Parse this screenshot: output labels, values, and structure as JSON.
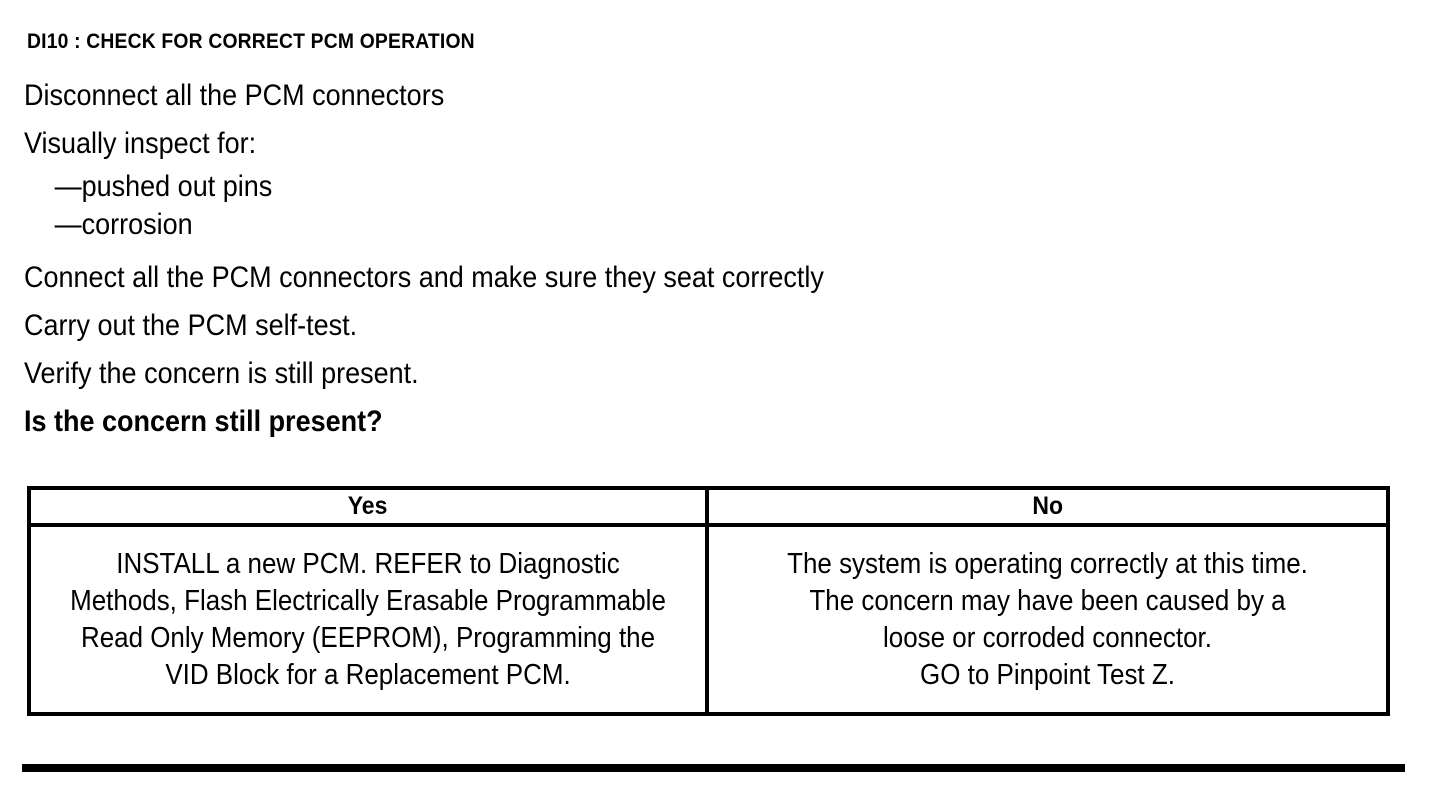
{
  "document": {
    "step_title": "DI10 : CHECK FOR CORRECT PCM OPERATION",
    "instructions": [
      {
        "text": "Disconnect all the PCM connectors",
        "bold": false
      },
      {
        "text": "Visually inspect for:",
        "bold": false
      }
    ],
    "inspect_items": [
      "—pushed out pins",
      "—corrosion"
    ],
    "instructions_after": [
      {
        "text": "Connect all the PCM connectors and make sure they seat correctly",
        "bold": false
      },
      {
        "text": "Carry out the PCM self-test.",
        "bold": false
      },
      {
        "text": "Verify the concern is still present.",
        "bold": false
      }
    ],
    "question": "Is the concern still present?"
  },
  "decision_table": {
    "headers": [
      "Yes",
      "No"
    ],
    "cells": [
      "INSTALL a new PCM. REFER to Diagnostic Methods, Flash Electrically Erasable Programmable Read Only Memory (EEPROM), Programming the VID Block for a Replacement PCM.",
      "The system is operating correctly at this time.\nThe concern may have been caused by a\nloose or corroded connector.\nGO to Pinpoint Test Z."
    ]
  },
  "colors": {
    "background": "#ffffff",
    "text": "#000000",
    "rule": "#000000"
  }
}
